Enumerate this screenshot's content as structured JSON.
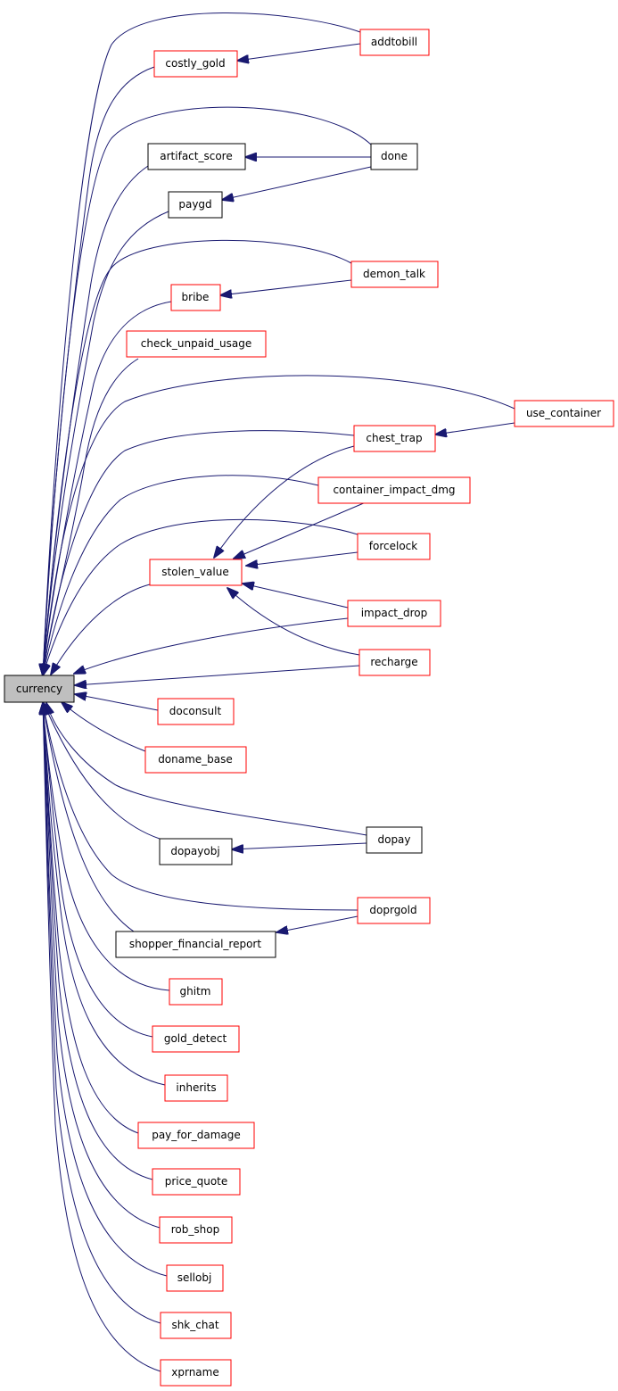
{
  "colors": {
    "edge": "#191970",
    "node_border_red": "#ff0000",
    "node_border_black": "#000000",
    "focus_fill": "#bfbfbf",
    "node_fill": "#ffffff",
    "text": "#000000"
  },
  "focus": {
    "id": "currency",
    "label": "currency"
  },
  "nodes": [
    {
      "id": "addtobill",
      "label": "addtobill",
      "border": "red"
    },
    {
      "id": "costly_gold",
      "label": "costly_gold",
      "border": "red"
    },
    {
      "id": "done",
      "label": "done",
      "border": "black"
    },
    {
      "id": "artifact_score",
      "label": "artifact_score",
      "border": "black"
    },
    {
      "id": "paygd",
      "label": "paygd",
      "border": "black"
    },
    {
      "id": "demon_talk",
      "label": "demon_talk",
      "border": "red"
    },
    {
      "id": "bribe",
      "label": "bribe",
      "border": "red"
    },
    {
      "id": "check_unpaid_usage",
      "label": "check_unpaid_usage",
      "border": "red"
    },
    {
      "id": "use_container",
      "label": "use_container",
      "border": "red"
    },
    {
      "id": "chest_trap",
      "label": "chest_trap",
      "border": "red"
    },
    {
      "id": "container_impact_dmg",
      "label": "container_impact_dmg",
      "border": "red"
    },
    {
      "id": "forcelock",
      "label": "forcelock",
      "border": "red"
    },
    {
      "id": "stolen_value",
      "label": "stolen_value",
      "border": "red"
    },
    {
      "id": "impact_drop",
      "label": "impact_drop",
      "border": "red"
    },
    {
      "id": "recharge",
      "label": "recharge",
      "border": "red"
    },
    {
      "id": "doconsult",
      "label": "doconsult",
      "border": "red"
    },
    {
      "id": "doname_base",
      "label": "doname_base",
      "border": "red"
    },
    {
      "id": "dopay",
      "label": "dopay",
      "border": "black"
    },
    {
      "id": "dopayobj",
      "label": "dopayobj",
      "border": "black"
    },
    {
      "id": "doprgold",
      "label": "doprgold",
      "border": "red"
    },
    {
      "id": "shopper_financial_report",
      "label": "shopper_financial_report",
      "border": "black"
    },
    {
      "id": "ghitm",
      "label": "ghitm",
      "border": "red"
    },
    {
      "id": "gold_detect",
      "label": "gold_detect",
      "border": "red"
    },
    {
      "id": "inherits",
      "label": "inherits",
      "border": "red"
    },
    {
      "id": "pay_for_damage",
      "label": "pay_for_damage",
      "border": "red"
    },
    {
      "id": "price_quote",
      "label": "price_quote",
      "border": "red"
    },
    {
      "id": "rob_shop",
      "label": "rob_shop",
      "border": "red"
    },
    {
      "id": "sellobj",
      "label": "sellobj",
      "border": "red"
    },
    {
      "id": "shk_chat",
      "label": "shk_chat",
      "border": "red"
    },
    {
      "id": "xprname",
      "label": "xprname",
      "border": "red"
    }
  ],
  "edges": [
    {
      "from": "addtobill",
      "to": "currency"
    },
    {
      "from": "addtobill",
      "to": "costly_gold"
    },
    {
      "from": "costly_gold",
      "to": "currency"
    },
    {
      "from": "done",
      "to": "currency"
    },
    {
      "from": "done",
      "to": "artifact_score"
    },
    {
      "from": "done",
      "to": "paygd"
    },
    {
      "from": "artifact_score",
      "to": "currency"
    },
    {
      "from": "paygd",
      "to": "currency"
    },
    {
      "from": "demon_talk",
      "to": "currency"
    },
    {
      "from": "demon_talk",
      "to": "bribe"
    },
    {
      "from": "bribe",
      "to": "currency"
    },
    {
      "from": "check_unpaid_usage",
      "to": "currency"
    },
    {
      "from": "use_container",
      "to": "currency"
    },
    {
      "from": "use_container",
      "to": "chest_trap"
    },
    {
      "from": "chest_trap",
      "to": "currency"
    },
    {
      "from": "chest_trap",
      "to": "stolen_value"
    },
    {
      "from": "container_impact_dmg",
      "to": "currency"
    },
    {
      "from": "container_impact_dmg",
      "to": "stolen_value"
    },
    {
      "from": "forcelock",
      "to": "currency"
    },
    {
      "from": "forcelock",
      "to": "stolen_value"
    },
    {
      "from": "stolen_value",
      "to": "currency"
    },
    {
      "from": "impact_drop",
      "to": "currency"
    },
    {
      "from": "impact_drop",
      "to": "stolen_value"
    },
    {
      "from": "recharge",
      "to": "currency"
    },
    {
      "from": "recharge",
      "to": "stolen_value"
    },
    {
      "from": "doconsult",
      "to": "currency"
    },
    {
      "from": "doname_base",
      "to": "currency"
    },
    {
      "from": "dopay",
      "to": "currency"
    },
    {
      "from": "dopay",
      "to": "dopayobj"
    },
    {
      "from": "dopayobj",
      "to": "currency"
    },
    {
      "from": "doprgold",
      "to": "currency"
    },
    {
      "from": "doprgold",
      "to": "shopper_financial_report"
    },
    {
      "from": "shopper_financial_report",
      "to": "currency"
    },
    {
      "from": "ghitm",
      "to": "currency"
    },
    {
      "from": "gold_detect",
      "to": "currency"
    },
    {
      "from": "inherits",
      "to": "currency"
    },
    {
      "from": "pay_for_damage",
      "to": "currency"
    },
    {
      "from": "price_quote",
      "to": "currency"
    },
    {
      "from": "rob_shop",
      "to": "currency"
    },
    {
      "from": "sellobj",
      "to": "currency"
    },
    {
      "from": "shk_chat",
      "to": "currency"
    },
    {
      "from": "xprname",
      "to": "currency"
    }
  ]
}
